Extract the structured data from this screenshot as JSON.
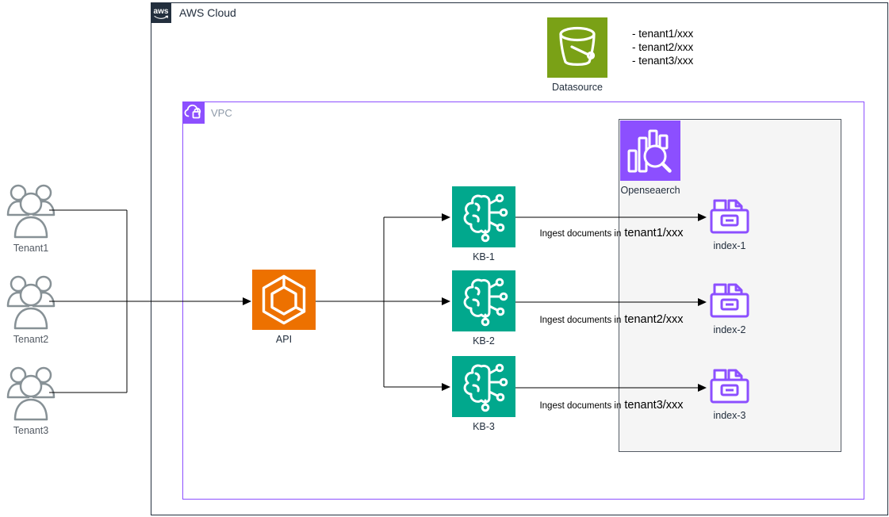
{
  "aws_cloud": {
    "logo": "aws",
    "label": "AWS Cloud"
  },
  "vpc": {
    "label": "VPC"
  },
  "datasource": {
    "label": "Datasource",
    "bullets": [
      "- tenant1/xxx",
      "- tenant2/xxx",
      "- tenant3/xxx"
    ]
  },
  "opensearch": {
    "label": "Openseaerch"
  },
  "api": {
    "label": "API"
  },
  "tenants": [
    {
      "label": "Tenant1"
    },
    {
      "label": "Tenant2"
    },
    {
      "label": "Tenant3"
    }
  ],
  "knowledge_bases": [
    {
      "label": "KB-1"
    },
    {
      "label": "KB-2"
    },
    {
      "label": "KB-3"
    }
  ],
  "indexes": [
    {
      "label": "index-1"
    },
    {
      "label": "index-2"
    },
    {
      "label": "index-3"
    }
  ],
  "ingest_arrows": [
    {
      "prefix": "Ingest documents in",
      "target": "tenant1/xxx"
    },
    {
      "prefix": "Ingest documents in",
      "target": "tenant2/xxx"
    },
    {
      "prefix": "Ingest documents in",
      "target": "tenant3/xxx"
    }
  ],
  "colors": {
    "aws_border": "#232F3E",
    "vpc_purple": "#8C4FFF",
    "s3_green": "#7AA116",
    "kb_teal": "#01A88D",
    "api_orange": "#ED7100",
    "index_purple": "#8C4FFF",
    "user_gray": "#879196",
    "graybox_fill": "#F5F5F5"
  }
}
